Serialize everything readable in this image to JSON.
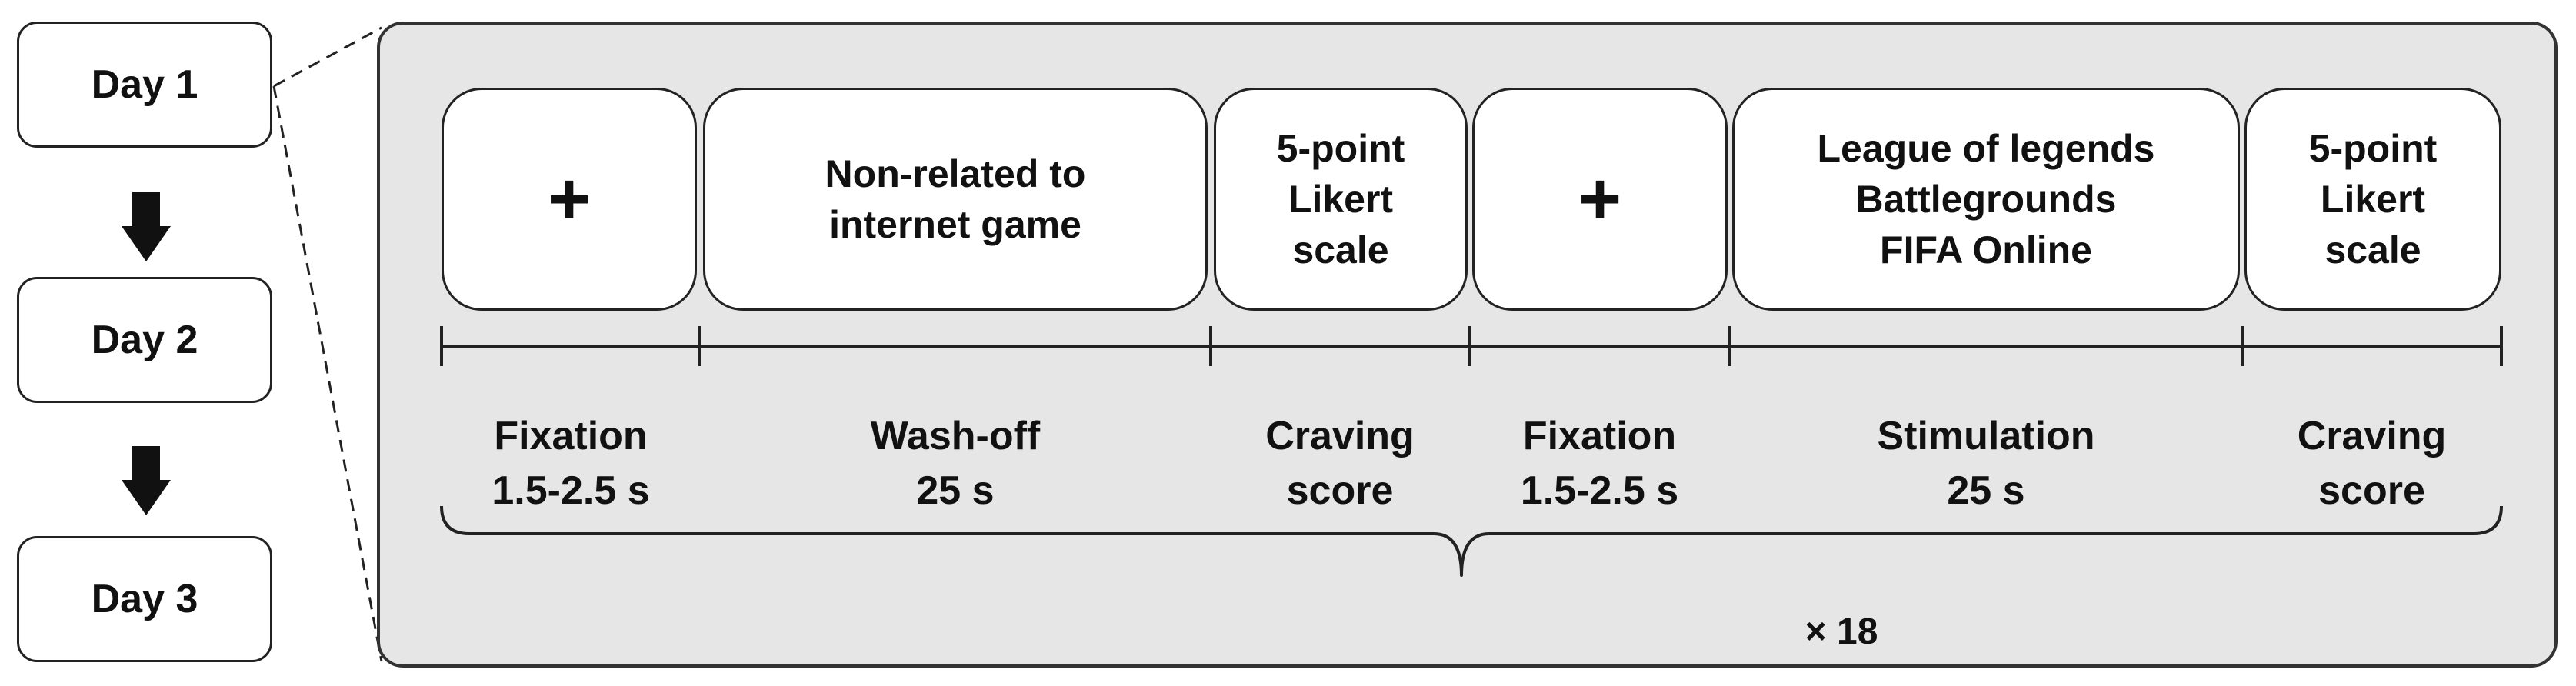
{
  "days": [
    {
      "label": "Day 1"
    },
    {
      "label": "Day 2"
    },
    {
      "label": "Day 3"
    }
  ],
  "stages": [
    {
      "box_lines": [
        "+"
      ],
      "label_lines": [
        "Fixation",
        "1.5-2.5 s"
      ]
    },
    {
      "box_lines": [
        "Non-related to",
        "internet game"
      ],
      "label_lines": [
        "Wash-off",
        "25 s"
      ]
    },
    {
      "box_lines": [
        "5-point",
        "Likert",
        "scale"
      ],
      "label_lines": [
        "Craving",
        "score"
      ]
    },
    {
      "box_lines": [
        "+"
      ],
      "label_lines": [
        "Fixation",
        "1.5-2.5 s"
      ]
    },
    {
      "box_lines": [
        "League of legends",
        "Battlegrounds",
        "FIFA Online"
      ],
      "label_lines": [
        "Stimulation",
        "25 s"
      ]
    },
    {
      "box_lines": [
        "5-point",
        "Likert",
        "scale"
      ],
      "label_lines": [
        "Craving",
        "score"
      ]
    }
  ],
  "repeat_label": "× 18",
  "colors": {
    "panel_fill": "#e6e6e6",
    "box_fill": "#ffffff",
    "outline": "#222222",
    "arrow": "#111111"
  }
}
